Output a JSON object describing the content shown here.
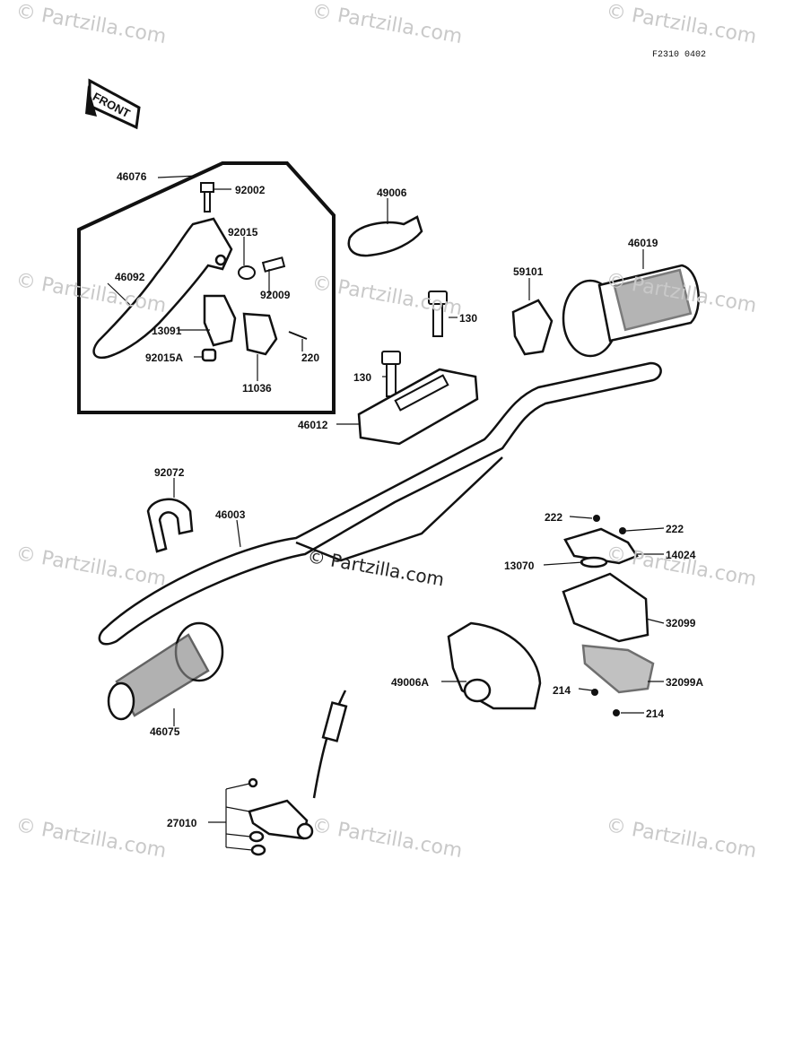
{
  "diagram_code": "F2310 0402",
  "front_label": "FRONT",
  "watermark": "© Partzilla.com",
  "center_watermark": "© Partzilla.com",
  "labels": {
    "l46076": "46076",
    "l92002": "92002",
    "l92015": "92015",
    "l46092": "46092",
    "l92009": "92009",
    "l13091": "13091",
    "l92015A": "92015A",
    "l220": "220",
    "l11036": "11036",
    "l49006": "49006",
    "l46019": "46019",
    "l59101": "59101",
    "l130a": "130",
    "l130b": "130",
    "l46012": "46012",
    "l92072": "92072",
    "l46003": "46003",
    "l222a": "222",
    "l222b": "222",
    "l14024": "14024",
    "l13070": "13070",
    "l32099": "32099",
    "l49006A": "49006A",
    "l32099A": "32099A",
    "l214a": "214",
    "l214b": "214",
    "l46075": "46075",
    "l27010": "27010"
  }
}
